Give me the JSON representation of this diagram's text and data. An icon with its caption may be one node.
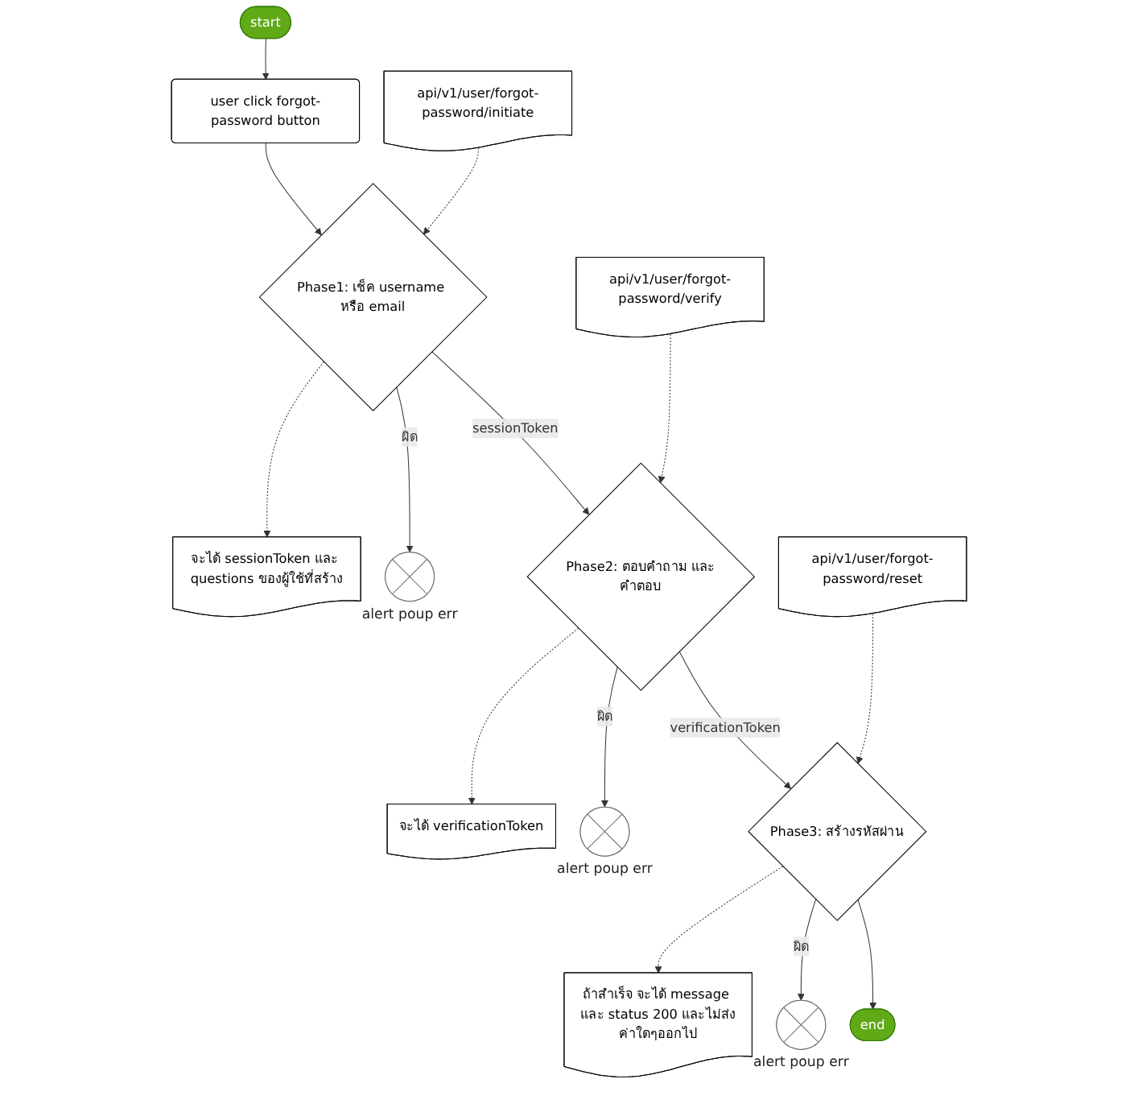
{
  "diagram": {
    "nodes": [
      {
        "text": [
          "start"
        ]
      },
      {
        "text": [
          "user click forgot-password button"
        ]
      },
      {
        "text": [
          "api/v1/user/forgot-password/initiate"
        ]
      },
      {
        "text": [
          "Phase1: เช็ค username หรือ email"
        ]
      },
      {
        "text": [
          "จะได้ sessionToken และ questions ของผู้ใช้ที่สร้าง"
        ]
      },
      {
        "text": [],
        "shape": "circle",
        "beside": [
          "alert poup err"
        ]
      },
      {
        "text": [
          "api/v1/user/forgot-password/verify"
        ]
      },
      {
        "text": [
          "Phase2: ตอบคำถาม และคำตอบ"
        ]
      },
      {
        "text": [
          "จะได้ verificationToken"
        ]
      },
      {
        "text": [],
        "shape": "circle",
        "beside": [
          "alert poup err"
        ]
      },
      {
        "text": [
          "api/v1/user/forgot-password/reset"
        ]
      },
      {
        "text": [
          "Phase3: สร้างรหัสผ่าน"
        ]
      },
      {
        "text": [
          "ถ้าสำเร็จ จะได้ message และ status 200 และไม่ส่งค่าใดๆออกไป"
        ]
      },
      {
        "text": [],
        "shape": "circle",
        "beside": [
          "alert poup err"
        ]
      },
      {
        "text": [
          "end"
        ]
      }
    ],
    "edges": [
      {
        "from": 0,
        "to": 1,
        "arrow": "to"
      },
      {
        "from": 1,
        "to": 3,
        "arrow": "to"
      },
      {
        "from": 2,
        "to": 3,
        "arrow": "to",
        "style": "dashed"
      },
      {
        "from": 3,
        "to": 4,
        "arrow": "to",
        "style": "dashed"
      },
      {
        "from": 3,
        "to": 5,
        "arrow": "to",
        "label": "ผิด"
      },
      {
        "from": 3,
        "to": 7,
        "arrow": "to",
        "label": "sessionToken"
      },
      {
        "from": 6,
        "to": 7,
        "arrow": "to",
        "style": "dashed"
      },
      {
        "from": 7,
        "to": 8,
        "arrow": "to",
        "style": "dashed"
      },
      {
        "from": 7,
        "to": 9,
        "arrow": "to",
        "label": "ผิด"
      },
      {
        "from": 7,
        "to": 11,
        "arrow": "to",
        "label": "verificationToken"
      },
      {
        "from": 10,
        "to": 11,
        "arrow": "to",
        "style": "dashed"
      },
      {
        "from": 11,
        "to": 12,
        "arrow": "to",
        "style": "dashed"
      },
      {
        "from": 11,
        "to": 13,
        "arrow": "to",
        "label": "ผิด"
      },
      {
        "from": 11,
        "to": 14,
        "arrow": "to"
      }
    ]
  }
}
